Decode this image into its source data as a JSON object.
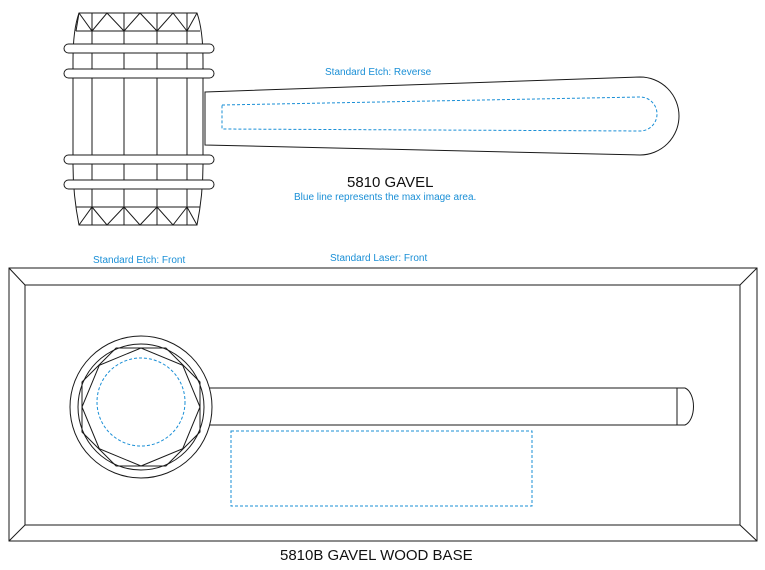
{
  "colors": {
    "line": "#1a1a1a",
    "accent": "#1a8fd6"
  },
  "gavel": {
    "label_etch_reverse": "Standard Etch: Reverse",
    "title": "5810 GAVEL",
    "note": "Blue line represents the max image area."
  },
  "base": {
    "label_etch_front": "Standard Etch: Front",
    "label_laser_front": "Standard Laser: Front",
    "title": "5810B GAVEL WOOD BASE"
  }
}
